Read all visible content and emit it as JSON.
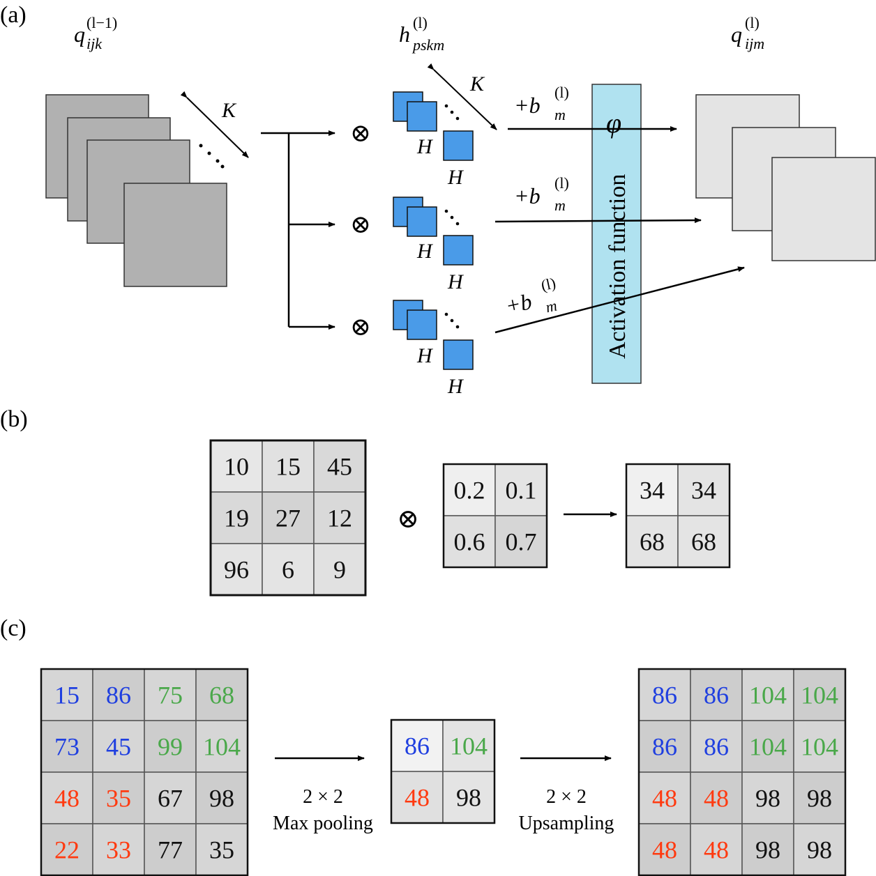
{
  "panel_a": {
    "label": "(a)",
    "input_label": {
      "base": "q",
      "sup": "(l−1)",
      "sub": "ijk"
    },
    "kernel_label": {
      "base": "h",
      "sup": "(l)",
      "sub": "pskm"
    },
    "output_label": {
      "base": "q",
      "sup": "(l)",
      "sub": "ijm"
    },
    "depth_symbol": "K",
    "kernel_size_symbol": "H",
    "convolution_operator": "⊗",
    "bias": {
      "prefix": "+b",
      "sub": "m",
      "sup": "(l)"
    },
    "activation_text": "Activation function",
    "activation_symbol": "φ",
    "colors": {
      "input_map": "#b1b1b1",
      "kernel": "#4a9be8",
      "activation": "#a9e0ef",
      "output_map": "#e4e4e4"
    }
  },
  "panel_b": {
    "label": "(b)",
    "input_matrix": [
      [
        "10",
        "15",
        "45"
      ],
      [
        "19",
        "27",
        "12"
      ],
      [
        "96",
        "6",
        "9"
      ]
    ],
    "operator": "⊗",
    "kernel_matrix": [
      [
        "0.2",
        "0.1"
      ],
      [
        "0.6",
        "0.7"
      ]
    ],
    "output_matrix": [
      [
        "34",
        "34"
      ],
      [
        "68",
        "68"
      ]
    ]
  },
  "panel_c": {
    "label": "(c)",
    "input_matrix": [
      [
        "15",
        "86",
        "75",
        "68"
      ],
      [
        "73",
        "45",
        "99",
        "104"
      ],
      [
        "48",
        "35",
        "67",
        "98"
      ],
      [
        "22",
        "33",
        "77",
        "35"
      ]
    ],
    "pooling_label_1": "2 × 2",
    "pooling_label_2": "Max pooling",
    "pooled_matrix": [
      [
        "86",
        "104"
      ],
      [
        "48",
        "98"
      ]
    ],
    "upsampling_label_1": "2 × 2",
    "upsampling_label_2": "Upsampling",
    "upsampled_matrix": [
      [
        "86",
        "86",
        "104",
        "104"
      ],
      [
        "86",
        "86",
        "104",
        "104"
      ],
      [
        "48",
        "48",
        "98",
        "98"
      ],
      [
        "48",
        "48",
        "98",
        "98"
      ]
    ],
    "quadrant_colors": {
      "top_left": "#1f3fe0",
      "top_right": "#4aa84a",
      "bottom_left": "#ff3a10",
      "bottom_right": "#111111"
    }
  }
}
